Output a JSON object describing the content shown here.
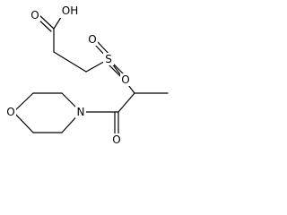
{
  "molecule": {
    "atoms": {
      "hydroxyl": "OH",
      "carboxyl_o": "O",
      "sulfur": "S",
      "sulfonyl_o_left": "O",
      "sulfonyl_o_right": "O",
      "morpholine_o": "O",
      "morpholine_n": "N",
      "amide_o": "O"
    }
  }
}
